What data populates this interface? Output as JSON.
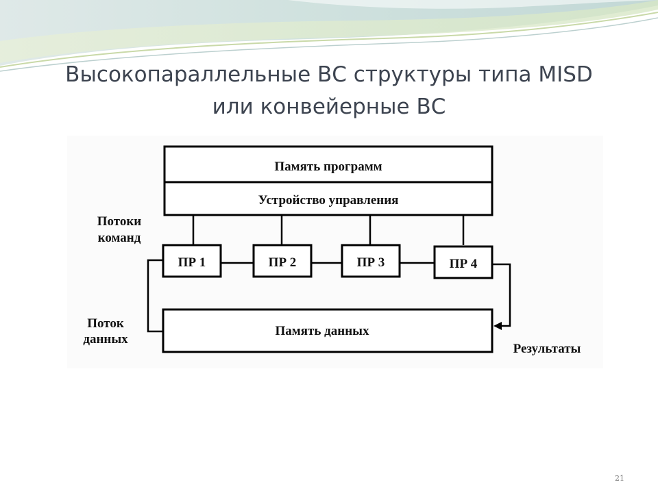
{
  "title": {
    "line1": "Высокопараллельные ВС структуры типа MISD",
    "line2": "или конвейерные ВС"
  },
  "diagram": {
    "program_memory": "Память программ",
    "control_unit": "Устройство управления",
    "processors": [
      "ПР 1",
      "ПР 2",
      "ПР 3",
      "ПР 4"
    ],
    "data_memory": "Память данных",
    "command_streams_label": [
      "Потоки",
      "команд"
    ],
    "data_stream_label": [
      "Поток",
      "данных"
    ],
    "results_label": "Результаты"
  },
  "page_number": "21"
}
